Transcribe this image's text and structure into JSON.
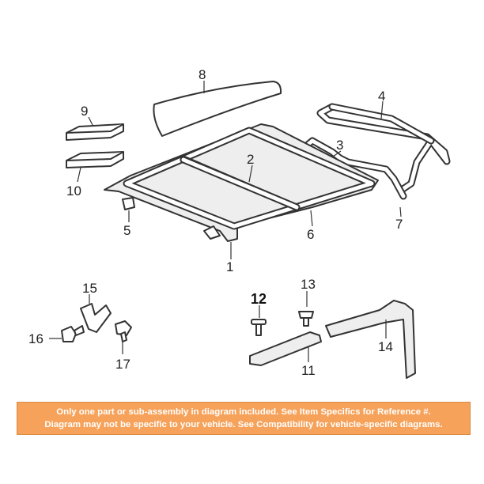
{
  "callouts": {
    "c1": "1",
    "c2": "2",
    "c3": "3",
    "c4": "4",
    "c5": "5",
    "c6": "6",
    "c7": "7",
    "c8": "8",
    "c9": "9",
    "c10": "10",
    "c11": "11",
    "c12": "12",
    "c13": "13",
    "c14": "14",
    "c15": "15",
    "c16": "16",
    "c17": "17"
  },
  "disclaimer": {
    "line1": "Only one part or sub-assembly in diagram included. See Item Specifics for Reference #.",
    "line2": "Diagram may not be specific to your vehicle. See Compatibility for vehicle-specific diagrams."
  },
  "colors": {
    "banner_bg": "#f6a25a",
    "banner_text": "#ffffff",
    "line_art": "#333333"
  }
}
